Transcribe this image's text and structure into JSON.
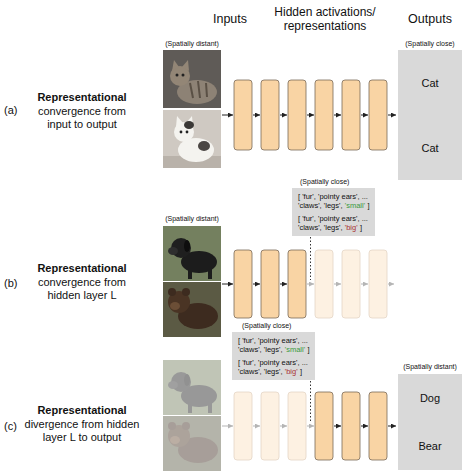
{
  "diagram": {
    "nodes": [
      {
        "text": [
          "Cat",
          "Cat"
        ]
      },
      {
        "text": [
          "[ 'fur', 'pointy ears', ...",
          "'claws', 'legs',",
          "'small'",
          "]",
          "[ 'fur', 'pointy ears', ...",
          "'claws', 'legs',",
          "'big'",
          "]"
        ]
      },
      {
        "text": [
          "[ 'fur', 'pointy ears', ...",
          "'claws', 'legs',",
          "'small'",
          "]",
          "[ 'fur', 'pointy ears', ...",
          "'claws', 'legs',",
          "'big'",
          "]"
        ]
      },
      {
        "text": [
          "Dog",
          "Bear"
        ]
      }
    ],
    "labels": [
      "Inputs",
      "Hidden activations/ representations",
      "Outputs",
      "(Spatially distant)",
      "(Spatially close)",
      "(a)",
      "Representational",
      "convergence from input to output",
      "(b)",
      "Representational",
      "convergence from hidden layer L",
      "(Spatially distant)",
      "(Spatially close)",
      "(c)",
      "Representational",
      "divergence from hidden layer L to output",
      "(Spatially close)",
      "(Spatially distant)"
    ]
  }
}
